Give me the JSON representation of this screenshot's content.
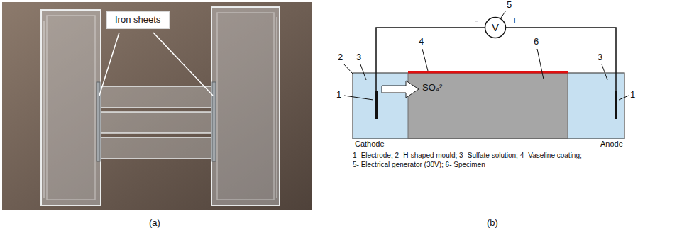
{
  "diagram": {
    "nodes": [
      {
        "text": [
          "Iron sheets"
        ]
      },
      {
        "text": [
          "V"
        ]
      },
      {
        "text": [
          "Cathode"
        ]
      },
      {
        "text": [
          "SO₄²⁻"
        ]
      },
      {
        "text": [
          "Anode"
        ]
      }
    ],
    "edges": [
      {
        "from": 1,
        "to": 2,
        "arrow": "none"
      },
      {
        "from": 1,
        "to": 4,
        "arrow": "none"
      }
    ],
    "labels": [
      "(a)",
      "(b)",
      "1",
      "2",
      "3",
      "4",
      "5",
      "6",
      "3",
      "1",
      "-",
      "+",
      "1- Electrode; 2- H-shaped mould; 3- Sulfate solution; 4- Vaseline coating;",
      "5- Electrical generator (30V); 6- Specimen"
    ]
  }
}
